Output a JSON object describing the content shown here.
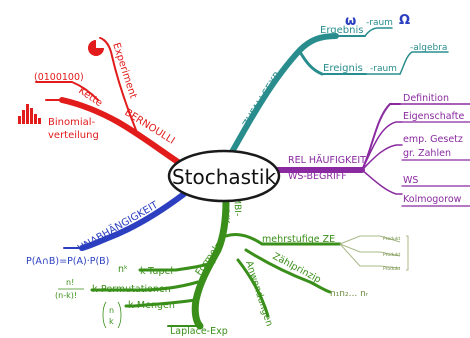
{
  "center": {
    "title": "Stochastik"
  },
  "zufallsexp": {
    "label": "ZUFALLSEXP",
    "ergebnis": "Ergebnis",
    "omega_small": "ω",
    "raum1": "-raum",
    "omega_big": "Ω",
    "ereignis": "Ereignis",
    "raum2": "-raum",
    "algebra": "-algebra"
  },
  "haeufigkeit": {
    "label1": "REL HÄUFIGKEIT",
    "label2": "WS-BEGRIFF",
    "items": [
      "Definition",
      "Eigenschafte",
      "emp. Gesetz",
      "gr. Zahlen",
      "WS",
      "Kolmogorow"
    ]
  },
  "bernoulli": {
    "label": "BERNOULLI",
    "experiment": "Experiment",
    "binary": "(0100100)",
    "kette": "Kette",
    "binomial1": "Binomial-",
    "binomial2": "verteilung"
  },
  "unabhaengigkeit": {
    "label": "UNABHÄNGIGKEIT",
    "formula": "P(A∩B)=P(A)·P(B)"
  },
  "kombinatorik": {
    "label1": "KOMBI-",
    "label2": "NATORIK",
    "formeln": "Formeln",
    "npow": "nᵏ",
    "k_tupel": "k-Tupel",
    "perm_num": "n!",
    "perm_den": "(n-k)!",
    "k_perm": "k-Permutationen",
    "binom_n": "n",
    "binom_k": "k",
    "k_mengen": "k-Mengen",
    "laplace": "Laplace-Exp",
    "anwendungen": "Anwendungen",
    "mehrstufige": "mehrstufige ZE",
    "zaehlprinzip": "Zählprinzip",
    "product": "n₁n₂... nᵣ",
    "tree_labels": [
      "Produkt",
      "Produkt",
      "Produkt"
    ]
  },
  "colors": {
    "teal": "#2a8d8d",
    "purple": "#8a2aa0",
    "red": "#e21b1b",
    "blue": "#2b3fc0",
    "green": "#3a8f1a",
    "olive": "#6a8a3a"
  }
}
